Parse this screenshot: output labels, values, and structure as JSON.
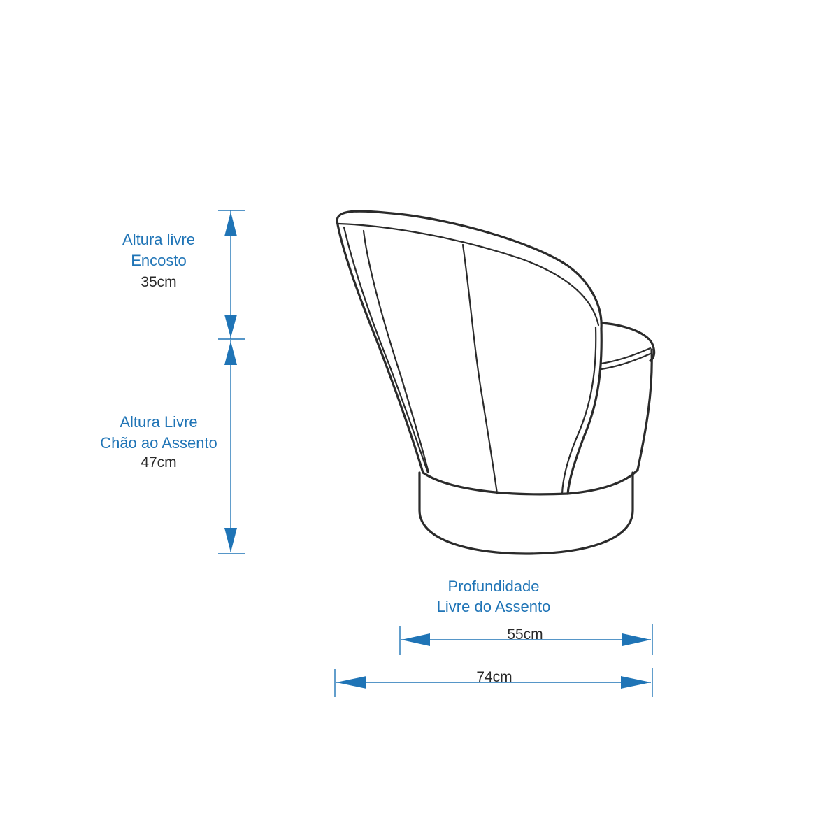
{
  "colors": {
    "dimension": "#1f74b6",
    "outline": "#2b2b2b",
    "background": "#ffffff"
  },
  "dimensions": {
    "backrest": {
      "label_line1": "Altura livre",
      "label_line2": "Encosto",
      "value": "35cm"
    },
    "seat_height": {
      "label_line1": "Altura Livre",
      "label_line2": "Chão ao Assento",
      "value": "47cm"
    },
    "seat_depth": {
      "label_line1": "Profundidade",
      "label_line2": "Livre do Assento",
      "value": "55cm"
    },
    "total_depth": {
      "value": "74cm"
    }
  }
}
